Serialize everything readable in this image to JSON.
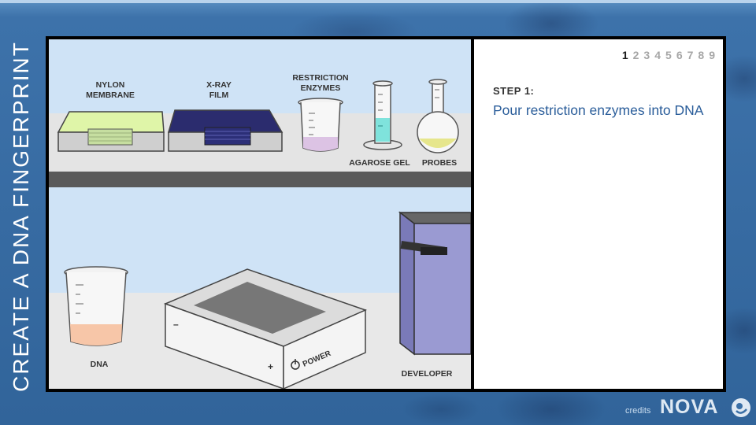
{
  "page": {
    "title": "CREATE A DNA FINGERPRINT",
    "credits": "credits",
    "brand": "NOVA"
  },
  "steps": [
    "1",
    "2",
    "3",
    "4",
    "5",
    "6",
    "7",
    "8",
    "9"
  ],
  "active_step": "1",
  "instruction": {
    "label": "STEP 1:",
    "text": "Pour restriction enzymes into DNA"
  },
  "lab": {
    "nylon_membrane": [
      "NYLON",
      "MEMBRANE"
    ],
    "xray_film": [
      "X-RAY",
      "FILM"
    ],
    "restriction_enzymes": [
      "RESTRICTION",
      "ENZYMES"
    ],
    "agarose_gel": "AGAROSE GEL",
    "probes": "PROBES",
    "dna": "DNA",
    "developer": "DEVELOPER",
    "power": "POWER",
    "minus": "–",
    "plus": "+"
  },
  "colors": {
    "wall": "#cfe3f6",
    "shelf": "#e3e3e3",
    "accent_blue": "#2a5d9a",
    "developer_purple": "#9a9ad2",
    "gel_cyan": "#7fe3dc",
    "probe_yellow": "#e6e68c",
    "enzyme_pink": "#dcc3e4",
    "dna_peach": "#f7c6a8"
  },
  "icons": {
    "power": "power-icon",
    "pbs": "pbs-logo-icon"
  }
}
